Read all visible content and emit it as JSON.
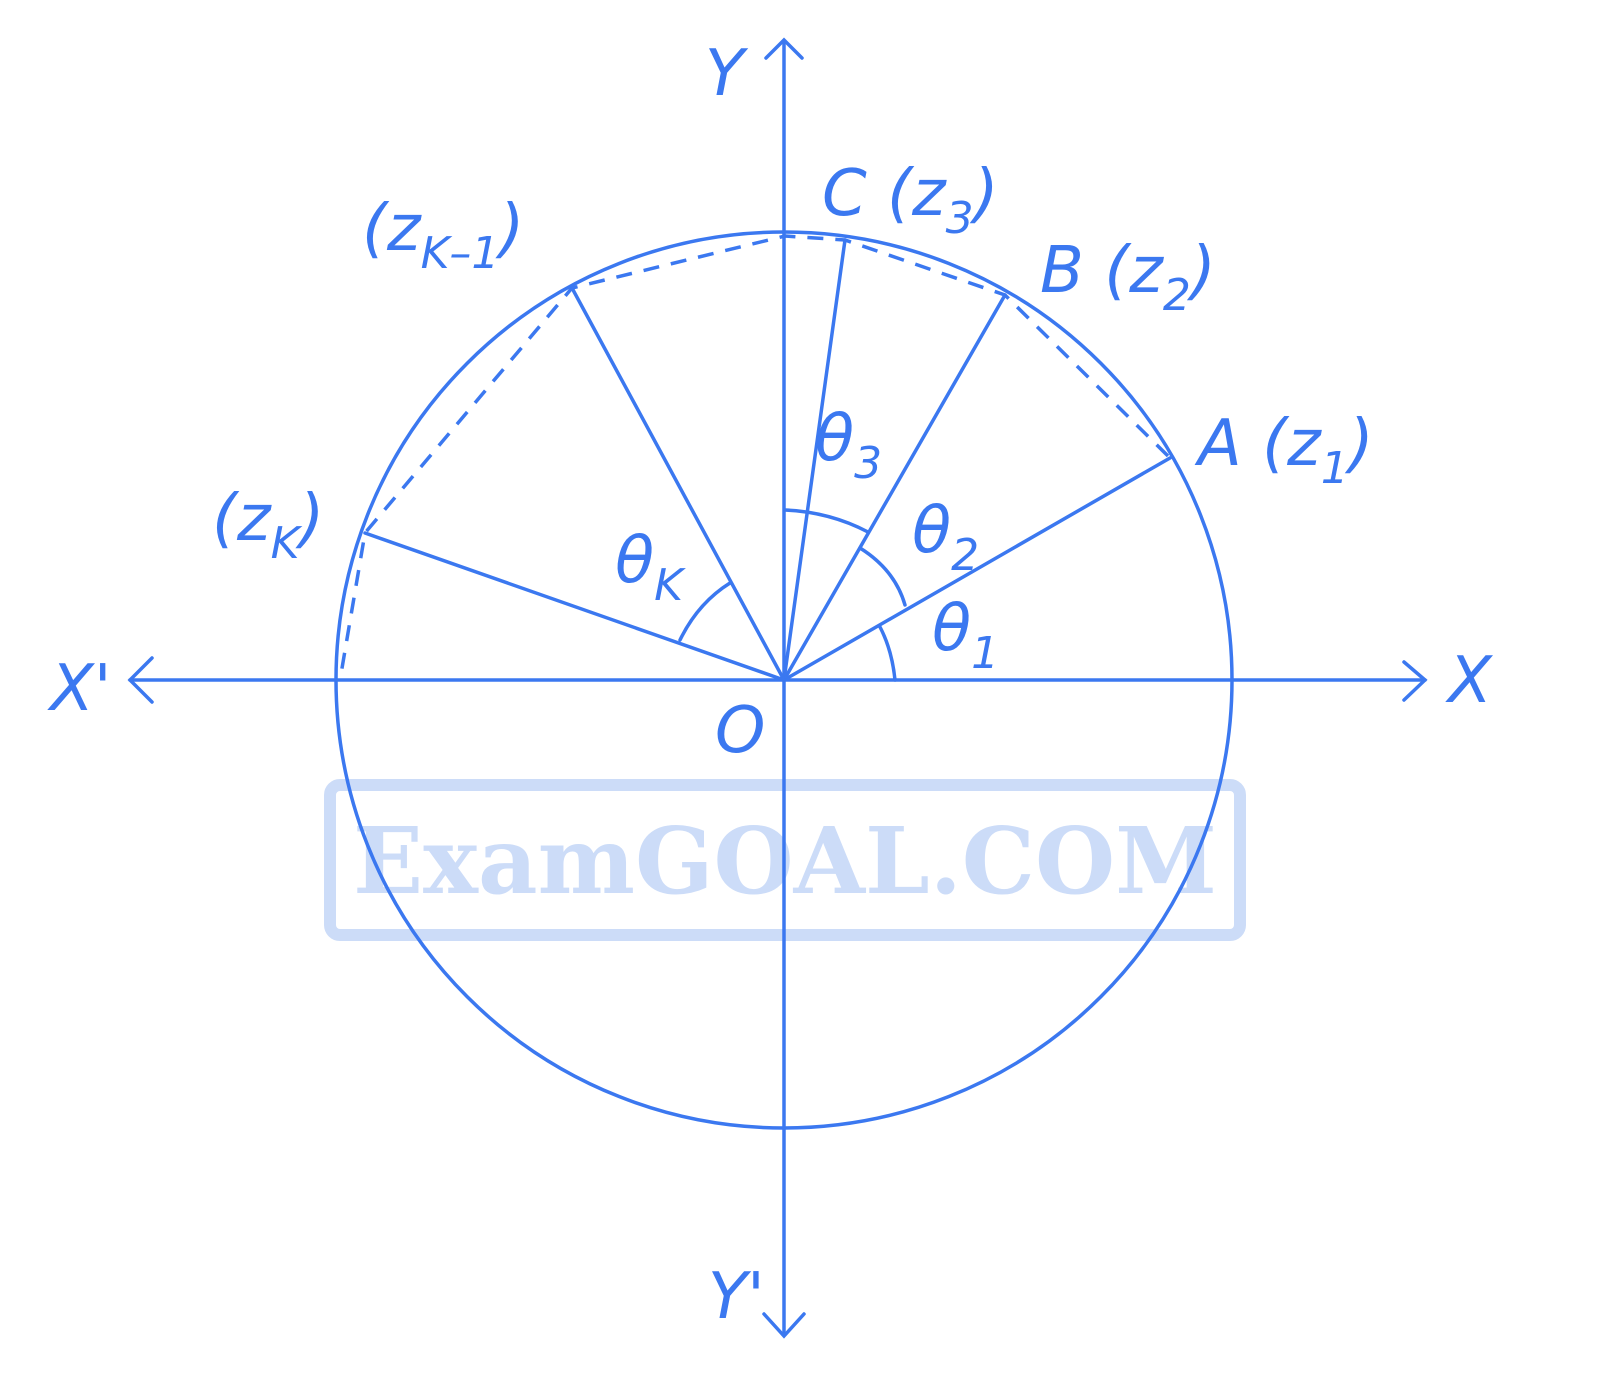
{
  "watermark": "ExamGOAL.COM",
  "axes": {
    "x": "X",
    "x_neg": "X'",
    "y": "Y",
    "y_neg": "Y'",
    "origin": "O"
  },
  "points": {
    "A": {
      "name": "A",
      "z": "z",
      "sub": "1"
    },
    "B": {
      "name": "B",
      "z": "z",
      "sub": "2"
    },
    "C": {
      "name": "C",
      "z": "z",
      "sub": "3"
    },
    "zk1": {
      "z": "z",
      "sub": "K–1"
    },
    "zk": {
      "z": "z",
      "sub": "K"
    }
  },
  "angles": {
    "t1": {
      "sym": "θ",
      "sub": "1"
    },
    "t2": {
      "sym": "θ",
      "sub": "2"
    },
    "t3": {
      "sym": "θ",
      "sub": "3"
    },
    "tk": {
      "sym": "θ",
      "sub": "K"
    }
  },
  "colors": {
    "stroke": "#3b78f0",
    "watermark": "#ccdcf8"
  }
}
